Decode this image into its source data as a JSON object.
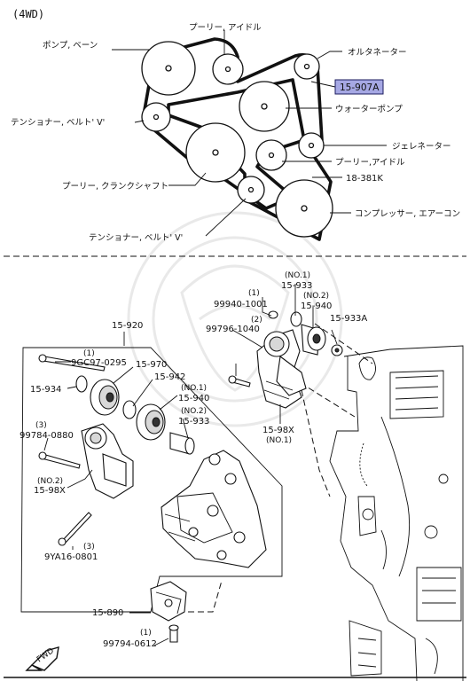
{
  "section_label": "(4WD)",
  "belt_diagram": {
    "labels": {
      "pulley_idle_top": "プーリー, アイドル",
      "pump_vane": "ポンプ, ベーン",
      "alternator": "オルタネーター",
      "highlight_part": "15-907A",
      "tensioner_belt_v_left": "テンショナー, ベルト' V'",
      "water_pump": "ウォーターポンプ",
      "generator": "ジェレネーター",
      "pulley_idle_right": "プーリー,アイドル",
      "belt_part": "18-381K",
      "pulley_crankshaft": "プーリー, クランクシャフト",
      "compressor_aircon": "コンプレッサー, エアーコン",
      "tensioner_belt_v_bottom": "テンショナー, ベルト' V'"
    }
  },
  "exploded_view": {
    "labels": {
      "p15_933_qty": "(NO.1)",
      "p15_933": "15-933",
      "p99940_qty": "(1)",
      "p99940": "99940-1001",
      "p15_940_qty": "(NO.2)",
      "p15_940": "15-940",
      "p99796_qty": "(2)",
      "p99796": "99796-1040",
      "p15_933a": "15-933A",
      "p15_920": "15-920",
      "p9gc97_qty": "(1)",
      "p9gc97": "9GC97-0295",
      "p15_970": "15-970",
      "p15_934": "15-934",
      "p15_942": "15-942",
      "p15_940b_qty": "(NO.1)",
      "p15_940b": "15-940",
      "p15_933b_qty": "(NO.2)",
      "p15_933b": "15-933",
      "p99784_qty": "(3)",
      "p99784": "99784-0880",
      "p15_98x_left_qty": "(NO.2)",
      "p15_98x_left": "15-98X",
      "p15_98x_right": "15-98X",
      "p15_98x_right_qty": "(NO.1)",
      "p9ya16_qty": "(3)",
      "p9ya16": "9YA16-0801",
      "p15_890": "15-890",
      "p99794_qty": "(1)",
      "p99794": "99794-0612",
      "fwd": "FWD"
    }
  },
  "colors": {
    "highlight_fill": "#a6a8e4",
    "line": "#111111"
  }
}
